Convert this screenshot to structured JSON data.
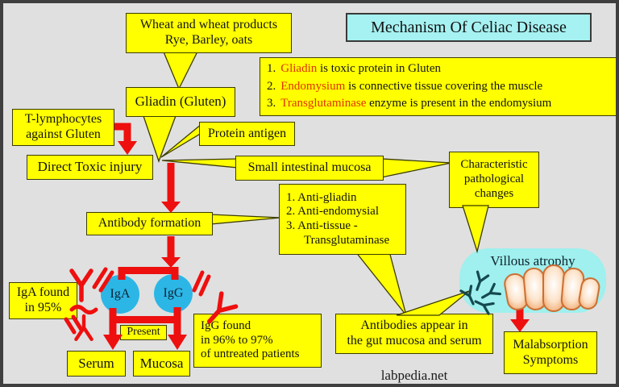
{
  "title": "Mechanism Of Celiac Disease",
  "watermark": "labpedia.net",
  "boxes": {
    "wheat": {
      "line1": "Wheat and wheat products",
      "line2": "Rye, Barley, oats"
    },
    "info": {
      "items": [
        {
          "num": "1.",
          "keyword": "Gliadin",
          "rest": " is toxic protein in Gluten"
        },
        {
          "num": "2.",
          "keyword": "Endomysium",
          "rest": " is connective tissue covering the muscle"
        },
        {
          "num": "3.",
          "keyword": "Transglutaminase",
          "rest": " enzyme is present in the endomysium"
        }
      ]
    },
    "gliadin": "Gliadin (Gluten)",
    "tlymph": {
      "line1": "T-lymphocytes",
      "line2": "against Gluten"
    },
    "protein": "Protein antigen",
    "direct": "Direct Toxic injury",
    "small_intestinal": "Small intestinal mucosa",
    "characteristic": {
      "line1": "Characteristic",
      "line2": "pathological",
      "line3": "changes"
    },
    "antibody_formation": "Antibody formation",
    "anti_list": {
      "line1": "1. Anti-gliadin",
      "line2": "2. Anti-endomysial",
      "line3": "3. Anti-tissue -",
      "line4": "Transglutaminase"
    },
    "iga_found": {
      "line1": "IgA found",
      "line2": "in 95%"
    },
    "igg_found": {
      "line1": "IgG found",
      "line2": "in 96% to 97%",
      "line3": "of untreated patients"
    },
    "present": "Present",
    "serum": "Serum",
    "mucosa_out": "Mucosa",
    "appear": {
      "line1": "Antibodies appear in",
      "line2": "the gut mucosa and serum"
    },
    "malabsorption": {
      "line1": "Malabsorption",
      "line2": "Symptoms"
    },
    "villous": "Villous atrophy"
  },
  "nodes": {
    "iga": "IgA",
    "igg": "IgG"
  },
  "icons": {
    "antibody_red_glyph": "Y-shaped antibody symbol",
    "antibody_teal_glyph": "small Y-shaped antibody symbol",
    "villi_glyph": "atrophied finger-like villi"
  },
  "colors": {
    "background": "#e0e0e0",
    "box_yellow": "#ffff00",
    "title_cyan": "#a6f1f1",
    "blob_cyan": "#9ff0ee",
    "arrow_red": "#ee0f0f",
    "keyword_red": "#e23200",
    "circle_blue": "#2cb6e6",
    "frame": "#3f3f3f"
  }
}
